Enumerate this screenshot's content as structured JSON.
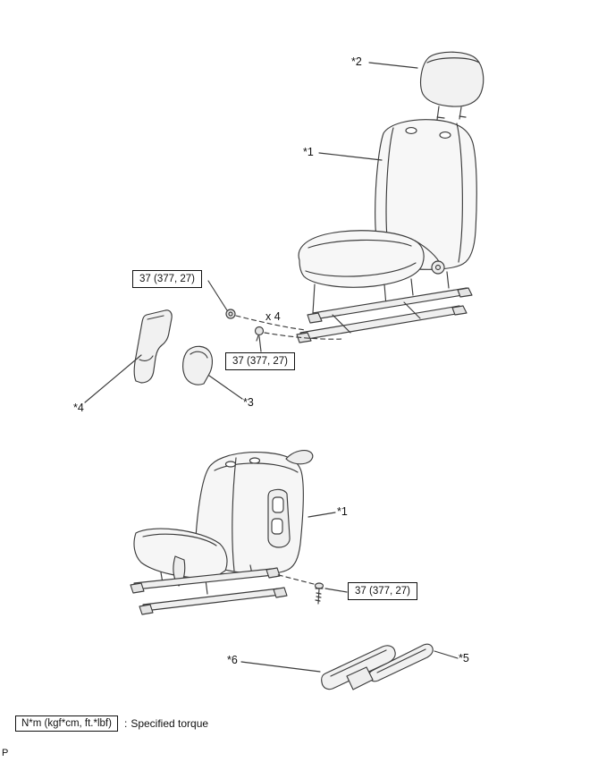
{
  "page_marker": "P",
  "legend": {
    "unit": "N*m (kgf*cm, ft.*lbf)",
    "separator": ":",
    "description": "Specified torque"
  },
  "callouts": {
    "seat_assembly_top": "*1",
    "headrest": "*2",
    "hinge_cover_inner": "*3",
    "hinge_cover_outer": "*4",
    "seat_assembly_rear": "*1",
    "rail_cover_right": "*5",
    "rail_cover_left": "*6"
  },
  "notes": {
    "bolt_quantity": "x 4"
  },
  "torque_callouts": {
    "top_left": "37 (377, 27)",
    "top_lower": "37 (377, 27)",
    "bottom": "37 (377, 27)"
  }
}
